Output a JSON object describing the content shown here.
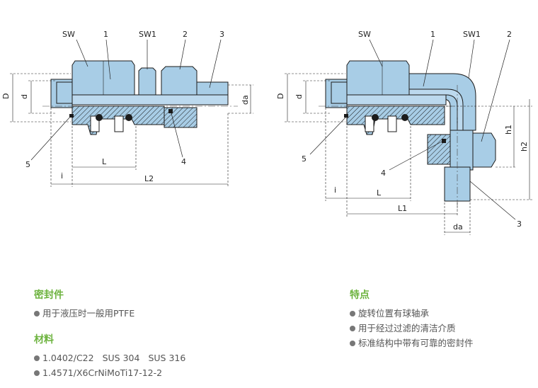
{
  "diagram_left": {
    "labels": [
      "SW",
      "1",
      "SW1",
      "2",
      "3",
      "5",
      "4"
    ],
    "dims": {
      "D": "D",
      "d": "d",
      "da": "da",
      "L": "L",
      "L2": "L2",
      "i": "i"
    }
  },
  "diagram_right": {
    "labels": [
      "SW",
      "1",
      "SW1",
      "2",
      "5",
      "4",
      "3"
    ],
    "dims": {
      "D": "D",
      "d": "d",
      "h1": "h1",
      "h2": "h2",
      "i": "i",
      "L": "L",
      "L1": "L1",
      "da": "da"
    }
  },
  "seal": {
    "heading": "密封件",
    "items": [
      "用于液压时一般用PTFE"
    ]
  },
  "material": {
    "heading": "材料",
    "line1": [
      "1.0402/C22",
      "SUS 304",
      "SUS 316"
    ],
    "line2": "1.4571/X6CrNiMoTi17-12-2"
  },
  "features": {
    "heading": "特点",
    "items": [
      "旋转位置有球轴承",
      "用于经过过滤的清洁介质",
      "标准结构中带有可靠的密封件"
    ]
  },
  "colors": {
    "part_fill": "#a8cde6",
    "heading_green": "#6db33f",
    "text_gray": "#555555"
  }
}
